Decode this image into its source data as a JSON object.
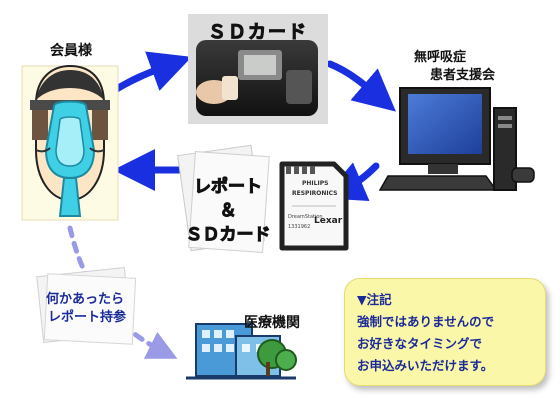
{
  "labels": {
    "member": "会員様",
    "center_line1": "無呼吸症",
    "center_line2": "患者支援会",
    "sd_card_top": "ＳＤカード",
    "report_line1": "レポート",
    "report_line2": "＆",
    "report_line3": "ＳＤカード",
    "note_left_line1": "何かあったら",
    "note_left_line2": "レポート持参",
    "hospital": "医療機関"
  },
  "note": {
    "title": "▼注記",
    "line1": "強制ではありませんので",
    "line2": "お好きなタイミングで",
    "line3": "お申込みいただけます。"
  },
  "card": {
    "brand": "PHILIPS",
    "maker": "RESPIRONICS",
    "vendor": "Lexar",
    "model": "DreamStation",
    "code": "1331962"
  },
  "colors": {
    "arrow_blue": "#1a30e0",
    "dashed_lavender": "#9a9ae6",
    "note_bg": "#fbf7a8",
    "note_text": "#1a2a9a"
  }
}
